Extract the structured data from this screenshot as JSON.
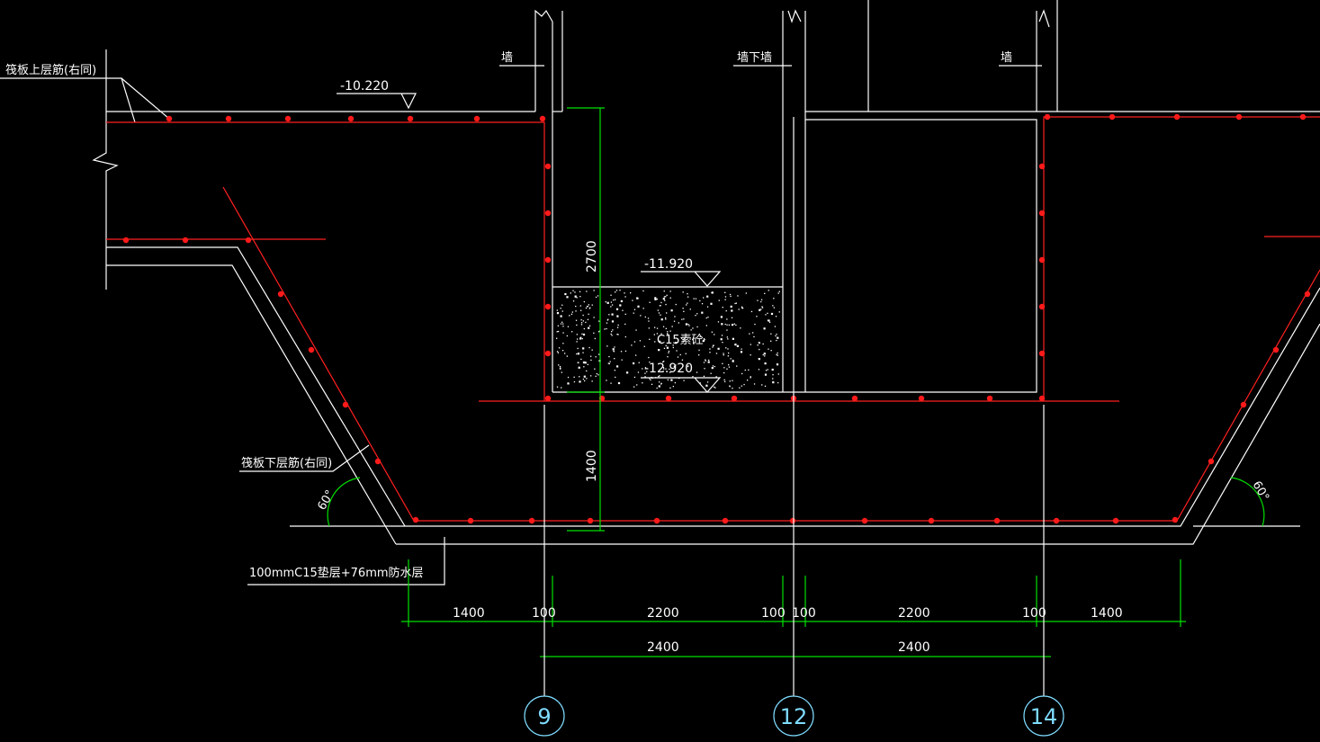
{
  "labels": {
    "raft_top_rebar": "筏板上层筋(右同)",
    "raft_bottom_rebar": "筏板下层筋(右同)",
    "cushion_note": "100mmC15垫层+76mm防水层",
    "wall_left": "墙",
    "wall_mid": "墙下墙",
    "wall_right": "墙",
    "fill_material": "C15素砼"
  },
  "elevations": {
    "top": "-10.220",
    "pit_upper": "-11.920",
    "pit_lower": "-12.920"
  },
  "angles": {
    "left": "60°",
    "right": "60°"
  },
  "dimensions": {
    "vertical_upper": "2700",
    "vertical_lower": "1400",
    "row1": [
      "1400",
      "100",
      "2200",
      "100",
      "100",
      "2200",
      "100",
      "1400"
    ],
    "row2": [
      "2400",
      "2400"
    ]
  },
  "axes": [
    "9",
    "12",
    "14"
  ],
  "colors": {
    "background": "#000000",
    "line": "#ffffff",
    "rebar": "#ff2020",
    "dimension": "#00e000",
    "axis": "#7fdcff"
  }
}
